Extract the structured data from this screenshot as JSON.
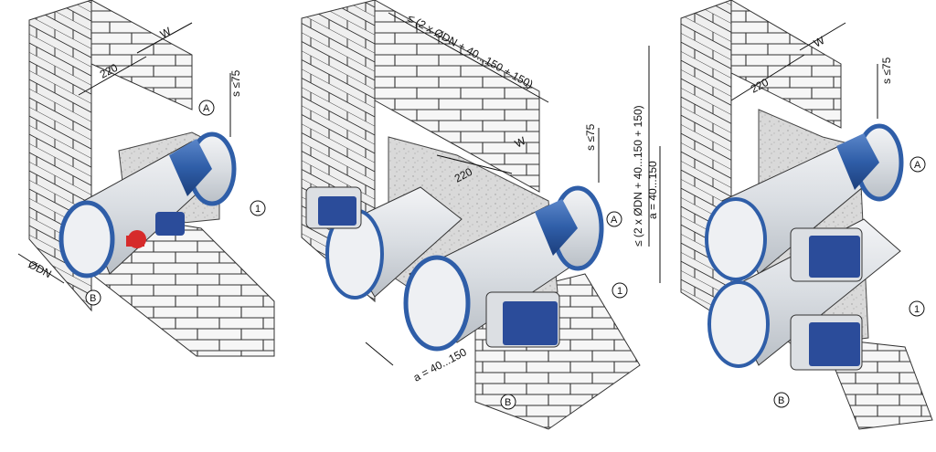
{
  "panels": [
    {
      "name": "single-damper",
      "dims": {
        "wall_depth": "220",
        "width": "W",
        "slab": "s ≤75",
        "diameter": "ØDN"
      },
      "callouts": {
        "view_a": "A",
        "view_b": "B",
        "item_1": "1"
      }
    },
    {
      "name": "two-dampers-side-by-side",
      "dims": {
        "overall": "≤ (2 x ØDN + 40...150 + 150)",
        "wall_depth": "220",
        "width": "W",
        "slab": "s ≤75",
        "spacing": "a = 40...150"
      },
      "callouts": {
        "view_a": "A",
        "view_b": "B",
        "item_1": "1"
      }
    },
    {
      "name": "two-dampers-stacked",
      "dims": {
        "overall": "≤ (2 x ØDN + 40...150 + 150)",
        "wall_depth": "220",
        "width": "W",
        "slab": "s ≤75",
        "spacing": "a = 40...150"
      },
      "callouts": {
        "view_a": "A",
        "view_b": "B",
        "item_1": "1"
      }
    }
  ],
  "colors": {
    "seal_blue": "#2f5ea8",
    "actuator_blue": "#2b4c9a",
    "handle_red": "#d62b2b",
    "mortar_grey": "#d9d9d9",
    "brick_fill": "#f4f4f4"
  }
}
